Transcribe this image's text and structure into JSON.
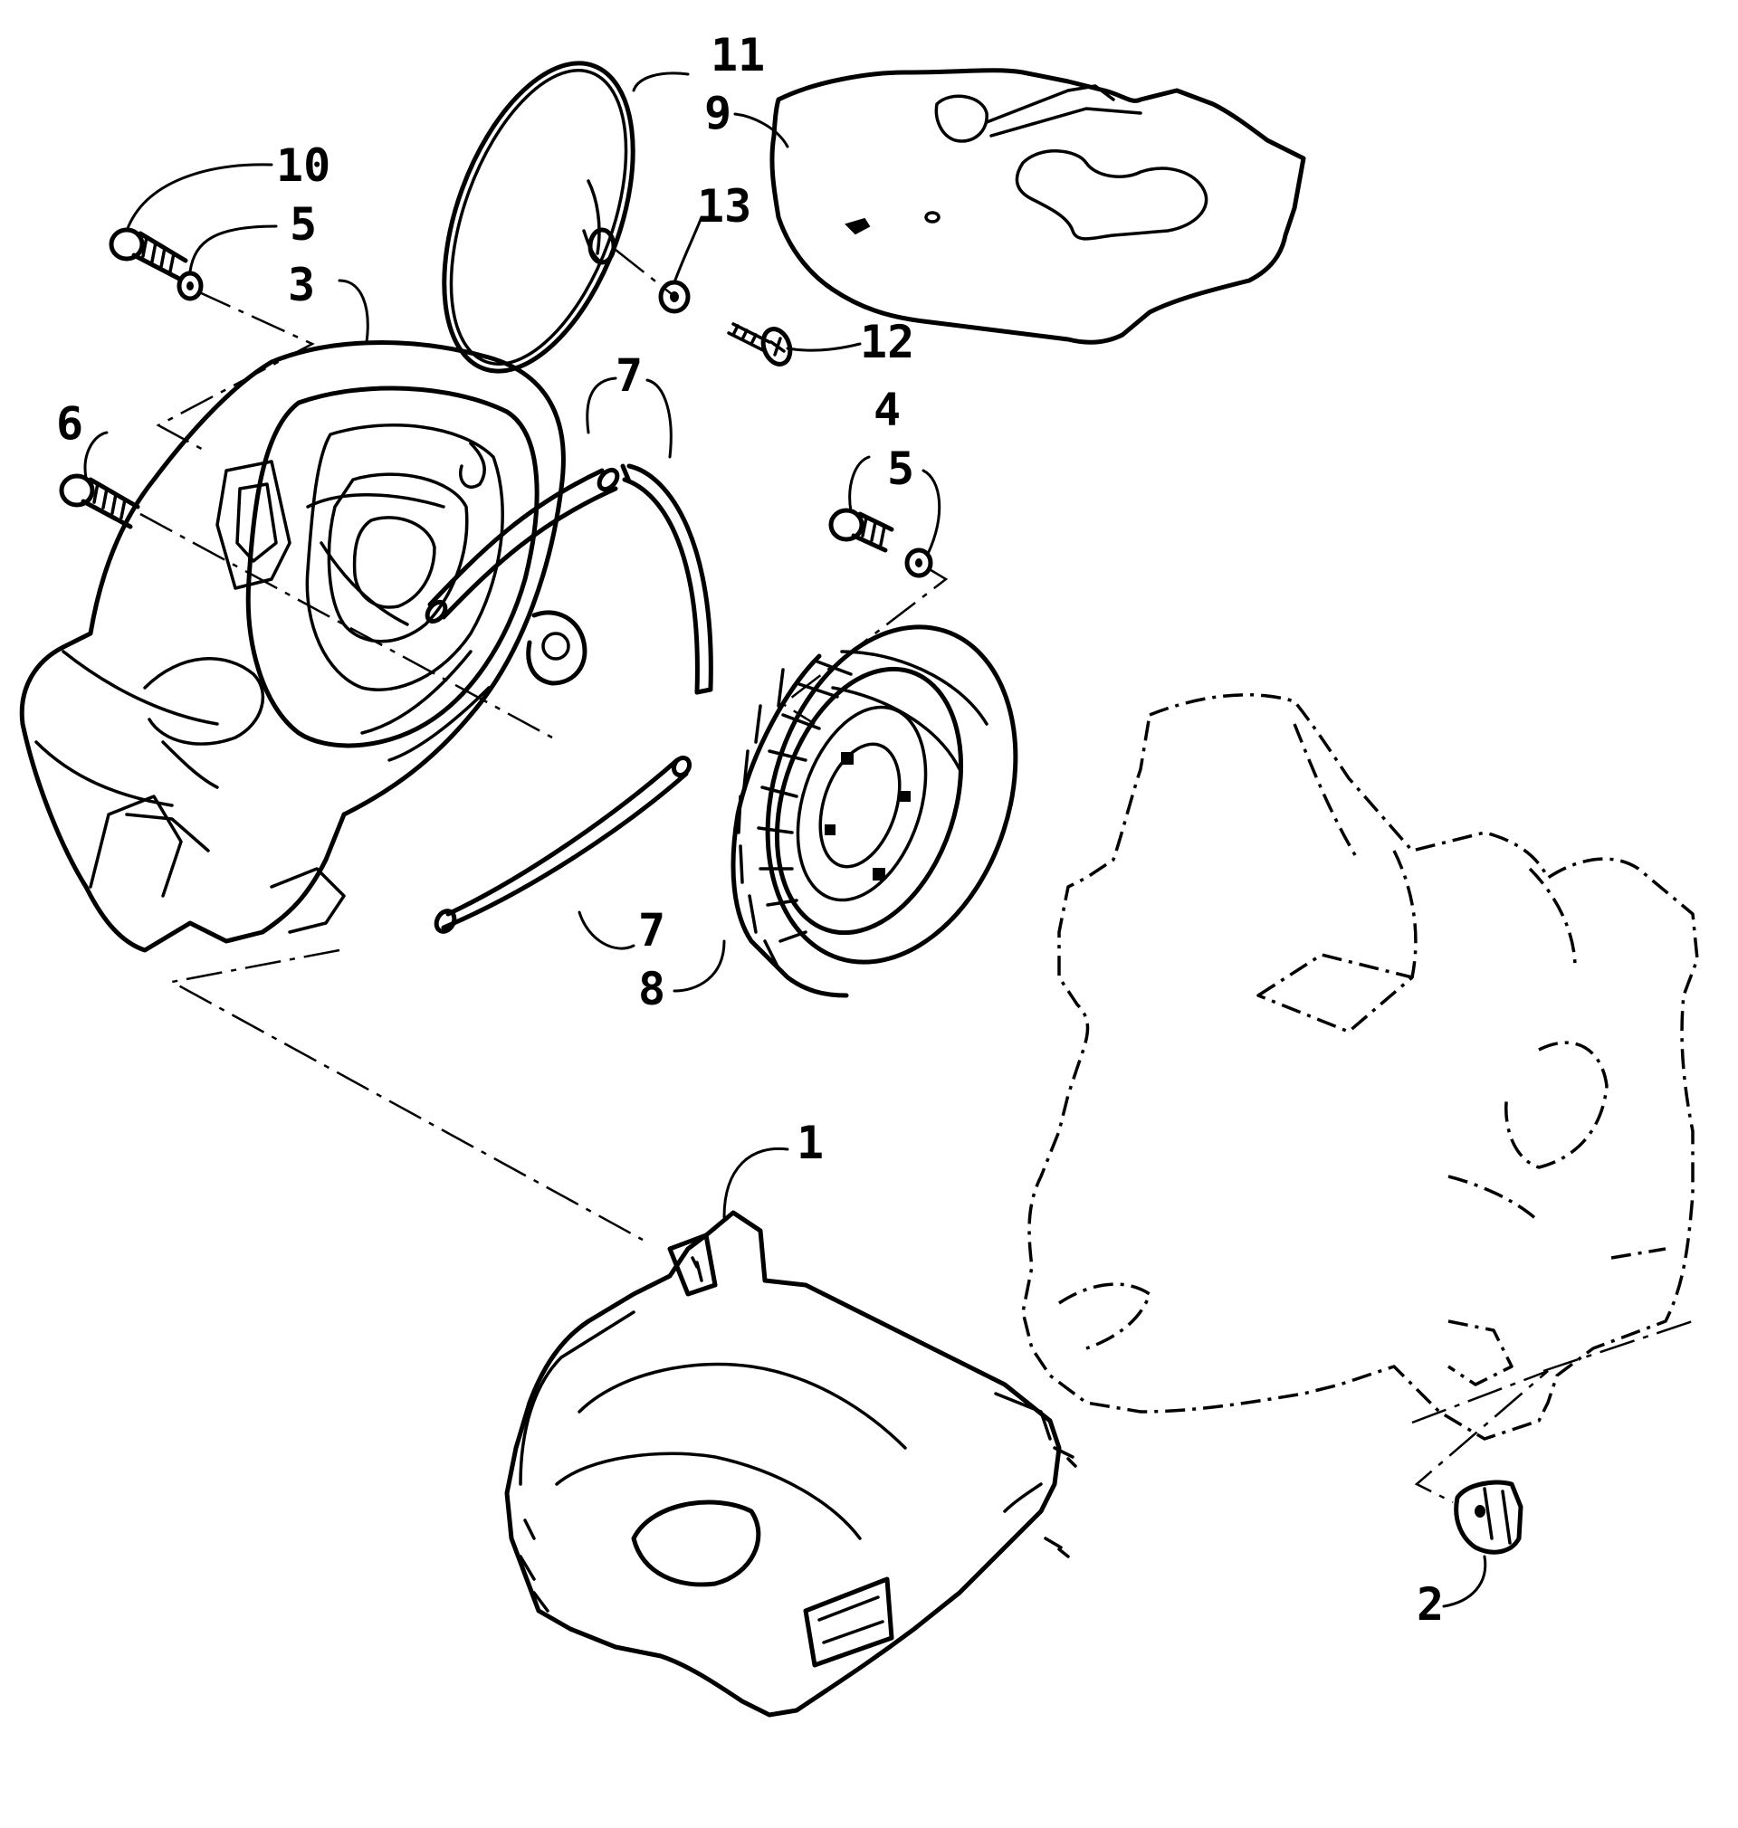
{
  "callouts": [
    {
      "id": "11",
      "label": "11"
    },
    {
      "id": "9",
      "label": "9"
    },
    {
      "id": "10",
      "label": "10"
    },
    {
      "id": "5a",
      "label": "5"
    },
    {
      "id": "13",
      "label": "13"
    },
    {
      "id": "3",
      "label": "3"
    },
    {
      "id": "12",
      "label": "12"
    },
    {
      "id": "7a",
      "label": "7"
    },
    {
      "id": "4",
      "label": "4"
    },
    {
      "id": "6",
      "label": "6"
    },
    {
      "id": "5b",
      "label": "5"
    },
    {
      "id": "7b",
      "label": "7"
    },
    {
      "id": "8",
      "label": "8"
    },
    {
      "id": "1",
      "label": "1"
    },
    {
      "id": "2",
      "label": "2"
    }
  ]
}
